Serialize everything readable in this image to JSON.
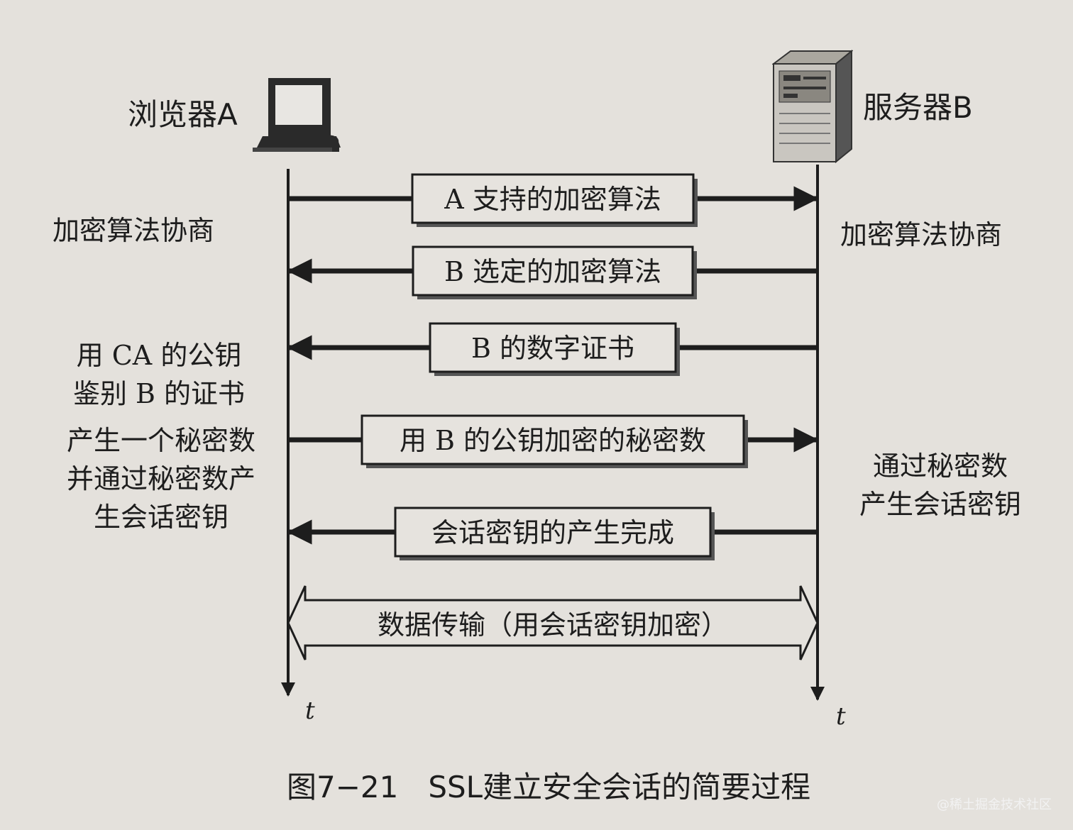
{
  "browser": {
    "label": "浏览器A",
    "icon": "computer-icon"
  },
  "server": {
    "label": "服务器B",
    "icon": "server-icon"
  },
  "left_notes": {
    "negotiate": "加密算法协商",
    "verify_line1": "用 CA 的公钥",
    "verify_line2": "鉴别 B 的证书",
    "secret_line1": "产生一个秘密数",
    "secret_line2": "并通过秘密数产",
    "secret_line3": "生会话密钥"
  },
  "right_notes": {
    "negotiate": "加密算法协商",
    "session_line1": "通过秘密数",
    "session_line2": "产生会话密钥"
  },
  "messages": [
    {
      "text": "A 支持的加密算法",
      "direction": "A→B"
    },
    {
      "text": "B 选定的加密算法",
      "direction": "B→A"
    },
    {
      "text": "B 的数字证书",
      "direction": "B→A"
    },
    {
      "text": "用 B 的公钥加密的秘密数",
      "direction": "A→B"
    },
    {
      "text": "会话密钥的产生完成",
      "direction": "B→A"
    }
  ],
  "data_transfer": {
    "text": "数据传输（用会话密钥加密）",
    "direction": "A↔B"
  },
  "time_label": "t",
  "caption": "图7−21　SSL建立安全会话的简要过程",
  "watermark": "@稀土掘金技术社区"
}
